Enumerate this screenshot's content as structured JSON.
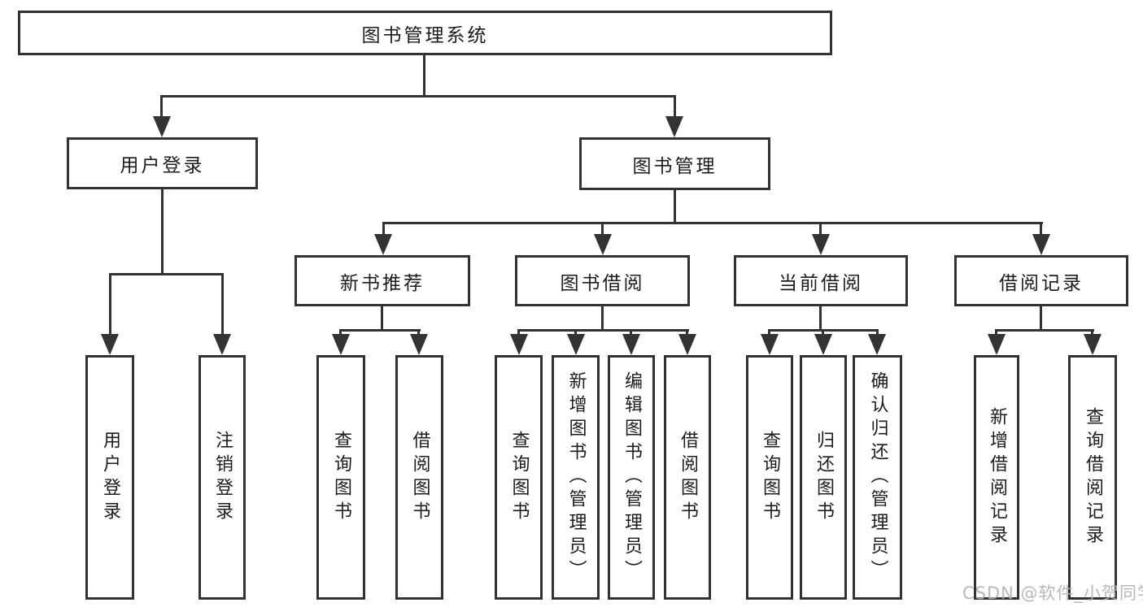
{
  "root": {
    "label": "图书管理系统"
  },
  "branches": {
    "user_login": {
      "label": "用户登录",
      "children": [
        {
          "label": "用户登录"
        },
        {
          "label": "注销登录"
        }
      ]
    },
    "book_management": {
      "label": "图书管理",
      "children": [
        {
          "label": "新书推荐",
          "children": [
            {
              "label": "查询图书"
            },
            {
              "label": "借阅图书"
            }
          ]
        },
        {
          "label": "图书借阅",
          "children": [
            {
              "label": "查询图书"
            },
            {
              "label": "新增图书（管理员）"
            },
            {
              "label": "编辑图书（管理员）"
            },
            {
              "label": "借阅图书"
            }
          ]
        },
        {
          "label": "当前借阅",
          "children": [
            {
              "label": "查询图书"
            },
            {
              "label": "归还图书"
            },
            {
              "label": "确认归还（管理员）"
            }
          ]
        },
        {
          "label": "借阅记录",
          "children": [
            {
              "label": "新增借阅记录"
            },
            {
              "label": "查询借阅记录"
            }
          ]
        }
      ]
    }
  },
  "watermark": {
    "text": "CSDN @软件_小贺同学"
  },
  "colors": {
    "line": "#333333",
    "text": "#1c1c1c",
    "background": "#ffffff",
    "watermark": "#b3b2b2"
  }
}
